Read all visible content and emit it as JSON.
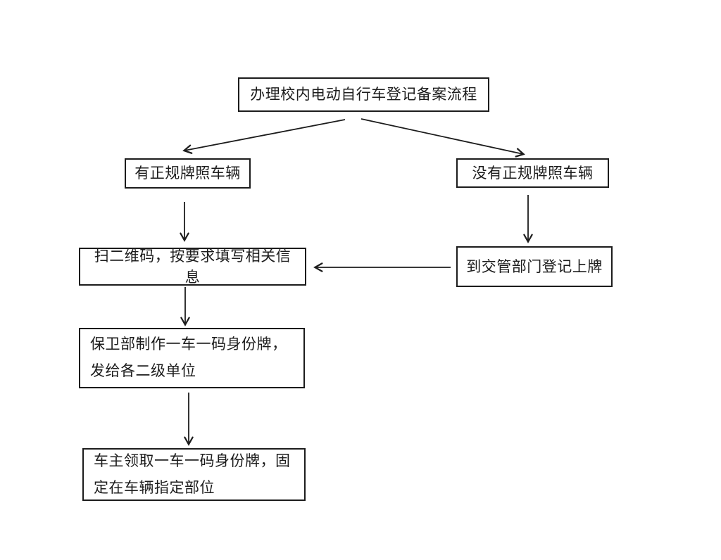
{
  "flowchart": {
    "title": "办理校内电动自行车登记备案流程",
    "nodes": {
      "start": {
        "label": "办理校内电动自行车登记备案流程"
      },
      "has_plate": {
        "label": "有正规牌照车辆"
      },
      "no_plate": {
        "label": "没有正规牌照车辆"
      },
      "scan_qr": {
        "label": "扫二维码，按要求填写相关信息"
      },
      "traffic_dept": {
        "label": "到交管部门登记上牌"
      },
      "security_dept": {
        "label": "保卫部制作一车一码身份牌，发给各二级单位"
      },
      "owner_receive": {
        "label": "车主领取一车一码身份牌，固定在车辆指定部位"
      }
    },
    "edges": [
      {
        "from": "start",
        "to": "has_plate"
      },
      {
        "from": "start",
        "to": "no_plate"
      },
      {
        "from": "has_plate",
        "to": "scan_qr"
      },
      {
        "from": "no_plate",
        "to": "traffic_dept"
      },
      {
        "from": "traffic_dept",
        "to": "scan_qr"
      },
      {
        "from": "scan_qr",
        "to": "security_dept"
      },
      {
        "from": "security_dept",
        "to": "owner_receive"
      }
    ],
    "colors": {
      "line": "#1c1c1c",
      "background": "#ffffff",
      "text": "#1c1c1c"
    }
  }
}
